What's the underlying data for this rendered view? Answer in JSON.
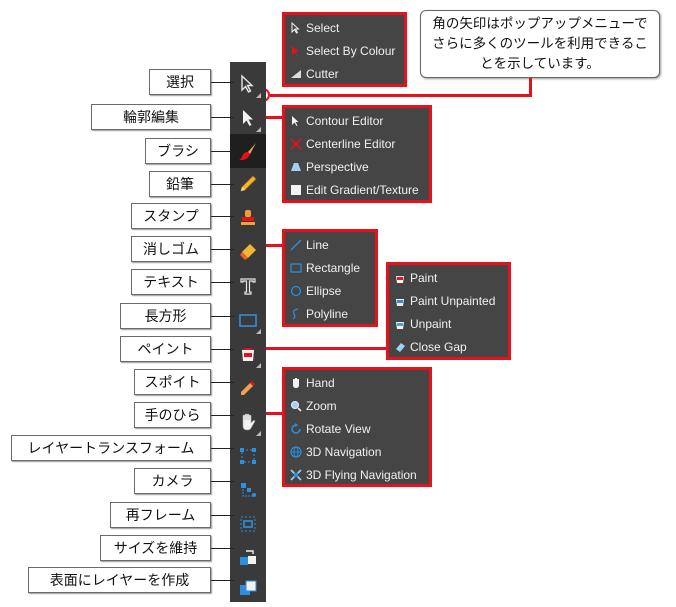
{
  "callout": {
    "text": "角の矢印はポップアップメニューでさらに多くのツールを利用できることを示しています。"
  },
  "tools": [
    {
      "name": "select",
      "label": "選択",
      "icon": "arrow-cursor-icon",
      "has_menu": true
    },
    {
      "name": "contour-editor",
      "label": "輪郭編集",
      "icon": "contour-arrow-icon",
      "has_menu": true
    },
    {
      "name": "brush",
      "label": "ブラシ",
      "icon": "brush-icon",
      "has_menu": false,
      "active": true
    },
    {
      "name": "pencil",
      "label": "鉛筆",
      "icon": "pencil-icon",
      "has_menu": false
    },
    {
      "name": "stamp",
      "label": "スタンプ",
      "icon": "stamp-icon",
      "has_menu": false
    },
    {
      "name": "eraser",
      "label": "消しゴム",
      "icon": "eraser-icon",
      "has_menu": false
    },
    {
      "name": "text",
      "label": "テキスト",
      "icon": "text-icon",
      "has_menu": false
    },
    {
      "name": "rectangle",
      "label": "長方形",
      "icon": "rectangle-icon",
      "has_menu": true
    },
    {
      "name": "paint",
      "label": "ペイント",
      "icon": "paint-bucket-icon",
      "has_menu": true
    },
    {
      "name": "dropper",
      "label": "スポイト",
      "icon": "dropper-icon",
      "has_menu": false
    },
    {
      "name": "hand",
      "label": "手のひら",
      "icon": "hand-icon",
      "has_menu": true
    },
    {
      "name": "layer-transform",
      "label": "レイヤートランスフォーム",
      "icon": "transform-icon",
      "has_menu": false
    },
    {
      "name": "camera",
      "label": "カメラ",
      "icon": "camera-icon",
      "has_menu": false
    },
    {
      "name": "reframe",
      "label": "再フレーム",
      "icon": "reframe-icon",
      "has_menu": false
    },
    {
      "name": "maintain-size",
      "label": "サイズを維持",
      "icon": "maintain-size-icon",
      "has_menu": false
    },
    {
      "name": "layer-on-surface",
      "label": "表面にレイヤーを作成",
      "icon": "layer-surface-icon",
      "has_menu": false
    }
  ],
  "menus": {
    "select": [
      "Select",
      "Select By Colour",
      "Cutter"
    ],
    "contour": [
      "Contour Editor",
      "Centerline Editor",
      "Perspective",
      "Edit Gradient/Texture"
    ],
    "shape": [
      "Line",
      "Rectangle",
      "Ellipse",
      "Polyline"
    ],
    "paint": [
      "Paint",
      "Paint Unpainted",
      "Unpaint",
      "Close Gap"
    ],
    "hand": [
      "Hand",
      "Zoom",
      "Rotate View",
      "3D Navigation",
      "3D Flying Navigation"
    ]
  },
  "colors": {
    "accent_red": "#e8111b",
    "toolbar_bg": "#3a3a3a",
    "menu_bg": "#454545",
    "menu_text": "#f0f0f0"
  }
}
